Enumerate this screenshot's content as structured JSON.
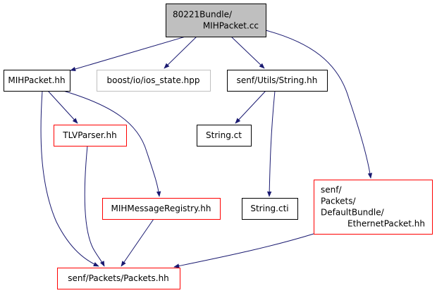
{
  "nodes": {
    "root": {
      "lines": [
        "80221Bundle/",
        "MIHPacket.cc"
      ],
      "fill": "#bfbfbf",
      "stroke": "#000000"
    },
    "mihpacket_hh": {
      "lines": [
        "MIHPacket.hh"
      ],
      "fill": "#ffffff",
      "stroke": "#000000"
    },
    "ios_state": {
      "lines": [
        "boost/io/ios_state.hpp"
      ],
      "fill": "#ffffff",
      "stroke": "#bfbfbf"
    },
    "string_hh": {
      "lines": [
        "senf/Utils/String.hh"
      ],
      "fill": "#ffffff",
      "stroke": "#000000"
    },
    "tlvparser": {
      "lines": [
        "TLVParser.hh"
      ],
      "fill": "#ffffff",
      "stroke": "#ff0000"
    },
    "string_ct": {
      "lines": [
        "String.ct"
      ],
      "fill": "#ffffff",
      "stroke": "#000000"
    },
    "registry": {
      "lines": [
        "MIHMessageRegistry.hh"
      ],
      "fill": "#ffffff",
      "stroke": "#ff0000"
    },
    "string_cti": {
      "lines": [
        "String.cti"
      ],
      "fill": "#ffffff",
      "stroke": "#000000"
    },
    "ethernet": {
      "lines": [
        "senf/",
        "Packets/",
        "DefaultBundle/",
        "EthernetPacket.hh"
      ],
      "fill": "#ffffff",
      "stroke": "#ff0000"
    },
    "packets": {
      "lines": [
        "senf/Packets/Packets.hh"
      ],
      "fill": "#ffffff",
      "stroke": "#ff0000"
    }
  },
  "edge_color": "#191970",
  "edges": [
    [
      "root",
      "mihpacket_hh"
    ],
    [
      "root",
      "ios_state"
    ],
    [
      "root",
      "string_hh"
    ],
    [
      "root",
      "ethernet"
    ],
    [
      "mihpacket_hh",
      "tlvparser"
    ],
    [
      "mihpacket_hh",
      "registry"
    ],
    [
      "mihpacket_hh",
      "packets"
    ],
    [
      "string_hh",
      "string_ct"
    ],
    [
      "string_hh",
      "string_cti"
    ],
    [
      "tlvparser",
      "packets"
    ],
    [
      "registry",
      "packets"
    ],
    [
      "ethernet",
      "packets"
    ]
  ]
}
